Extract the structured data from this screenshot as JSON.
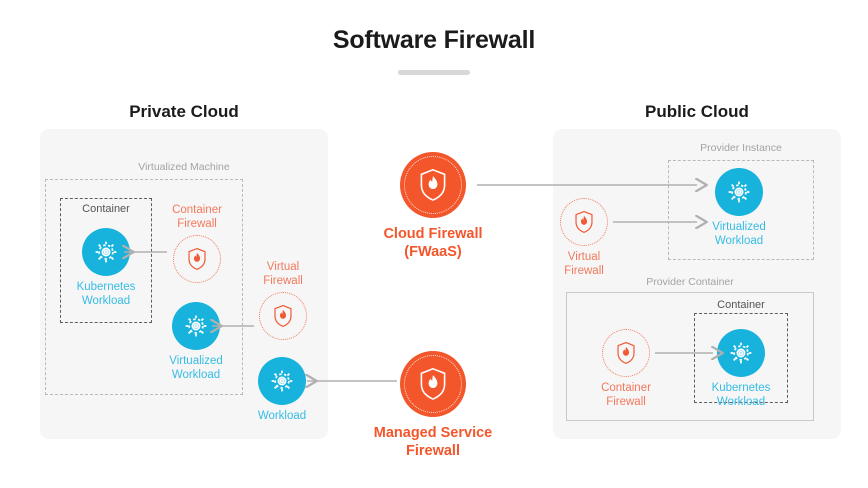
{
  "header": {
    "title": "Software Firewall"
  },
  "colors": {
    "orange": "#f4562c",
    "salmon": "#f2795c",
    "blue": "#18b3dd",
    "blue_label": "#36bde4",
    "panel_bg": "#f6f6f7",
    "muted_text": "#a3a3a3",
    "dark_text": "#1b1b1b",
    "arrow_gray": "#b0b0b0"
  },
  "private_cloud": {
    "heading": "Private Cloud",
    "boxes": {
      "virtualized_machine": "Virtualized Machine",
      "container": "Container"
    },
    "nodes": {
      "kubernetes_workload": {
        "label": "Kubernetes\nWorkload",
        "icon": "gear-icon"
      },
      "container_firewall": {
        "label": "Container\nFirewall",
        "icon": "shield-flame-icon"
      },
      "virtualized_workload": {
        "label": "Virtualized\nWorkload",
        "icon": "gear-icon"
      },
      "virtual_firewall": {
        "label": "Virtual\nFirewall",
        "icon": "shield-flame-icon"
      },
      "workload": {
        "label": "Workload",
        "icon": "gear-icon"
      }
    }
  },
  "center": {
    "cloud_firewall": {
      "label": "Cloud Firewall\n(FWaaS)",
      "icon": "shield-flame-icon"
    },
    "managed_service_firewall": {
      "label": "Managed Service\nFirewall",
      "icon": "shield-flame-icon"
    }
  },
  "public_cloud": {
    "heading": "Public Cloud",
    "boxes": {
      "provider_instance": "Provider Instance",
      "provider_container": "Provider Container",
      "container": "Container"
    },
    "nodes": {
      "virtual_firewall": {
        "label": "Virtual\nFirewall",
        "icon": "shield-flame-icon"
      },
      "virtualized_workload": {
        "label": "Virtualized\nWorkload",
        "icon": "gear-icon"
      },
      "container_firewall": {
        "label": "Container\nFirewall",
        "icon": "shield-flame-icon"
      },
      "kubernetes_workload": {
        "label": "Kubernetes\nWorkload",
        "icon": "gear-icon"
      }
    }
  }
}
